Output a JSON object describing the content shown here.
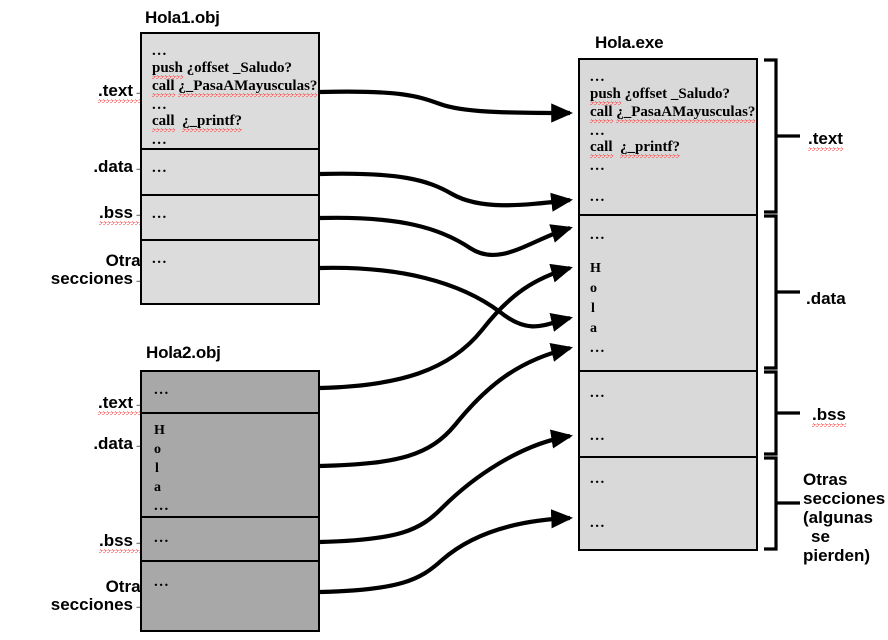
{
  "diagram": {
    "title_left_top": "Hola1.obj",
    "title_left_bottom": "Hola2.obj",
    "title_right": "Hola.exe"
  },
  "left_labels_top": [
    {
      "text": ".text→"
    },
    {
      "text": ".data→"
    },
    {
      "text": ".bss→"
    },
    {
      "line1": "Otras",
      "line2": "secciones→"
    }
  ],
  "left_labels_bottom": [
    {
      "text": ".text→"
    },
    {
      "text": ".data→"
    },
    {
      "text": ".bss→"
    },
    {
      "line1": "Otras",
      "line2": "secciones→"
    }
  ],
  "right_labels": [
    {
      "text": ".text"
    },
    {
      "text": ".data"
    },
    {
      "text": ".bss"
    },
    {
      "line1": "Otras",
      "line2": "secciones",
      "line3": "(algunas",
      "line4": "se",
      "line5": "pierden)"
    }
  ],
  "hola1_obj": {
    "text_section": {
      "l1": "...",
      "l2a": "push",
      "l2b": "¿offset _Saludo?",
      "l3a": "call",
      "l3b": "¿_PasaAMayusculas?",
      "l4": "...",
      "l5a": "call",
      "l5b": "¿_printf?",
      "l6": "..."
    },
    "data_section": {
      "l1": "..."
    },
    "bss_section": {
      "l1": "..."
    },
    "otras_section": {
      "l1": "..."
    }
  },
  "hola2_obj": {
    "text_section": {
      "l1": "..."
    },
    "data_section": {
      "c1": "H",
      "c2": "o",
      "c3": "l",
      "c4": "a",
      "l5": "..."
    },
    "bss_section": {
      "l1": "..."
    },
    "otras_section": {
      "l1": "..."
    }
  },
  "hola_exe": {
    "text_section": {
      "l1": "...",
      "l2a": "push",
      "l2b": "¿offset _Saludo?",
      "l3a": "call",
      "l3b": "¿_PasaAMayusculas?",
      "l4": "...",
      "l5a": "call",
      "l5b": "¿_printf?",
      "l6": "...",
      "l7": "..."
    },
    "data_section": {
      "l1": "...",
      "c1": "H",
      "c2": "o",
      "c3": "l",
      "c4": "a",
      "l6": "..."
    },
    "bss_section": {
      "l1": "...",
      "l2": "..."
    },
    "otras_section": {
      "l1": "...",
      "l2": "..."
    }
  },
  "colors": {
    "obj1_fill": "#dcdcdc",
    "obj2_fill": "#a8a8a8",
    "exe_fill": "#d9d9d9",
    "stroke": "#000000",
    "squiggle": "#ff2d2d",
    "background": "#ffffff"
  }
}
